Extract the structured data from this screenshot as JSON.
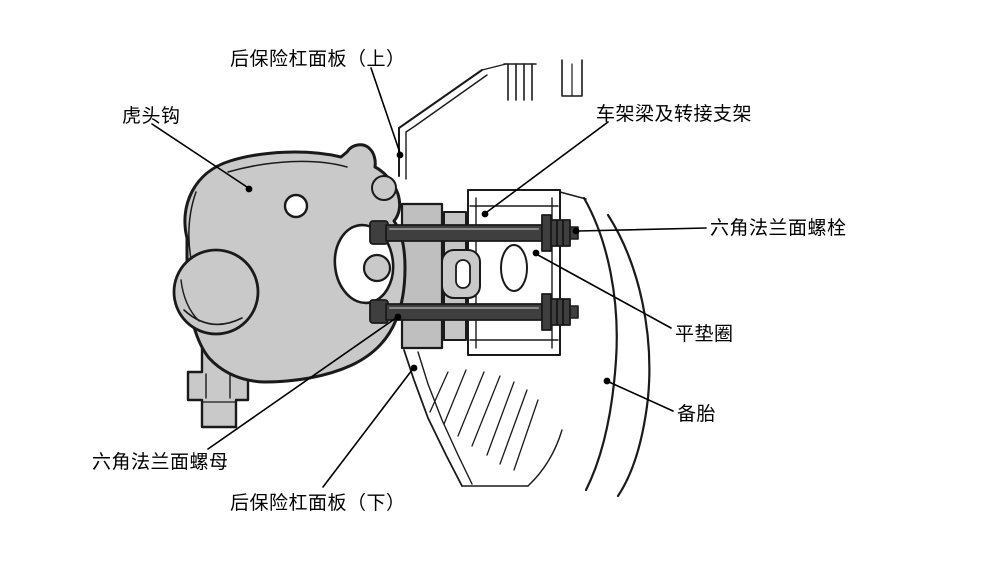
{
  "diagram": {
    "colors": {
      "line": "#1a1a1a",
      "body_fill": "#c9c9c9",
      "bracket_fill": "#bfbfbf",
      "bolt_fill": "#3f3f3f",
      "background": "#ffffff"
    }
  },
  "labels": {
    "rear_bumper_panel_upper": "后保险杠面板（上）",
    "tow_hook": "虎头钩",
    "frame_beam_and_bracket": "车架梁及转接支架",
    "hex_flange_bolt": "六角法兰面螺栓",
    "flat_washer": "平垫圈",
    "spare_tire": "备胎",
    "hex_flange_nut": "六角法兰面螺母",
    "rear_bumper_panel_lower": "后保险杠面板（下）"
  }
}
